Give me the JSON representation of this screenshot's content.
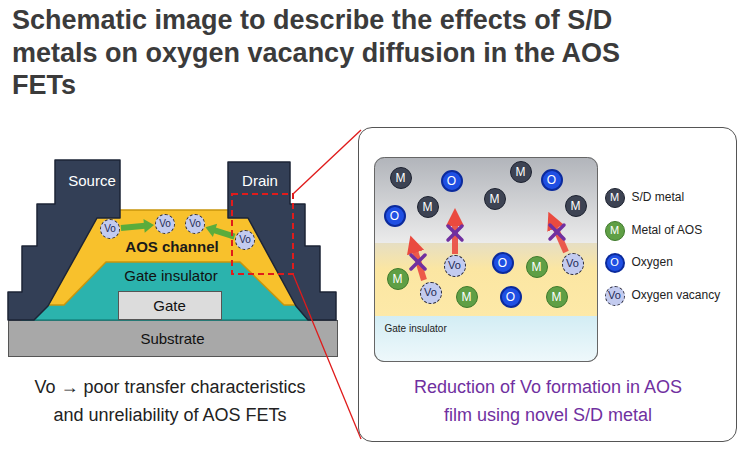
{
  "diagram": {
    "title": "Schematic image to describe the effects of S/D metals on oxygen vacancy diffusion in the AOS FETs",
    "nodes": [
      {
        "text": [
          "Source"
        ]
      },
      {
        "text": [
          "Drain"
        ]
      },
      {
        "text": [
          "AOS channel"
        ]
      },
      {
        "text": [
          "Vo"
        ],
        "in": 2
      },
      {
        "text": [
          "Vo"
        ],
        "in": 2
      },
      {
        "text": [
          "Vo"
        ],
        "in": 2
      },
      {
        "text": [
          "Vo"
        ],
        "in": 2
      },
      {
        "text": [
          "Gate insulator"
        ]
      },
      {
        "text": [
          "Gate"
        ]
      },
      {
        "text": [
          "Substrate"
        ]
      },
      {
        "text": [
          "Reduction of Vo formation in AOS film using novel S/D metal"
        ]
      },
      {
        "text": [
          "M"
        ],
        "in": 10
      },
      {
        "text": [
          "O"
        ],
        "in": 10
      },
      {
        "text": [
          "M"
        ],
        "in": 10
      },
      {
        "text": [
          "O"
        ],
        "in": 10
      },
      {
        "text": [
          "O"
        ],
        "in": 10
      },
      {
        "text": [
          "M"
        ],
        "in": 10
      },
      {
        "text": [
          "M"
        ],
        "in": 10
      },
      {
        "text": [
          "M"
        ],
        "in": 10
      },
      {
        "text": [
          "Vo"
        ],
        "in": 10
      },
      {
        "text": [
          "O"
        ],
        "in": 10
      },
      {
        "text": [
          "M"
        ],
        "in": 10
      },
      {
        "text": [
          "Vo"
        ],
        "in": 10
      },
      {
        "text": [
          "M"
        ],
        "in": 10
      },
      {
        "text": [
          "Vo"
        ],
        "in": 10
      },
      {
        "text": [
          "M"
        ],
        "in": 10
      },
      {
        "text": [
          "O"
        ],
        "in": 10
      },
      {
        "text": [
          "M"
        ],
        "in": 10
      },
      {
        "text": [
          "Gate insulator"
        ],
        "in": 10
      },
      {
        "text": [
          "M"
        ],
        "in": 10
      },
      {
        "text": [
          "M"
        ],
        "in": 10
      },
      {
        "text": [
          "O"
        ],
        "in": 10
      },
      {
        "text": [
          "Vo"
        ],
        "in": 10
      }
    ],
    "edges": [
      {
        "from": 3,
        "to": 4,
        "arrow": "to"
      },
      {
        "from": 6,
        "to": 5,
        "arrow": "to"
      }
    ],
    "labels": [
      "Vo → poor transfer characteristics and unreliability of AOS FETs"
    ],
    "legend": [
      {
        "text": "S/D metal"
      },
      {
        "text": "Metal of AOS"
      },
      {
        "text": "Oxygen"
      },
      {
        "text": "Oxygen vacancy"
      }
    ]
  }
}
